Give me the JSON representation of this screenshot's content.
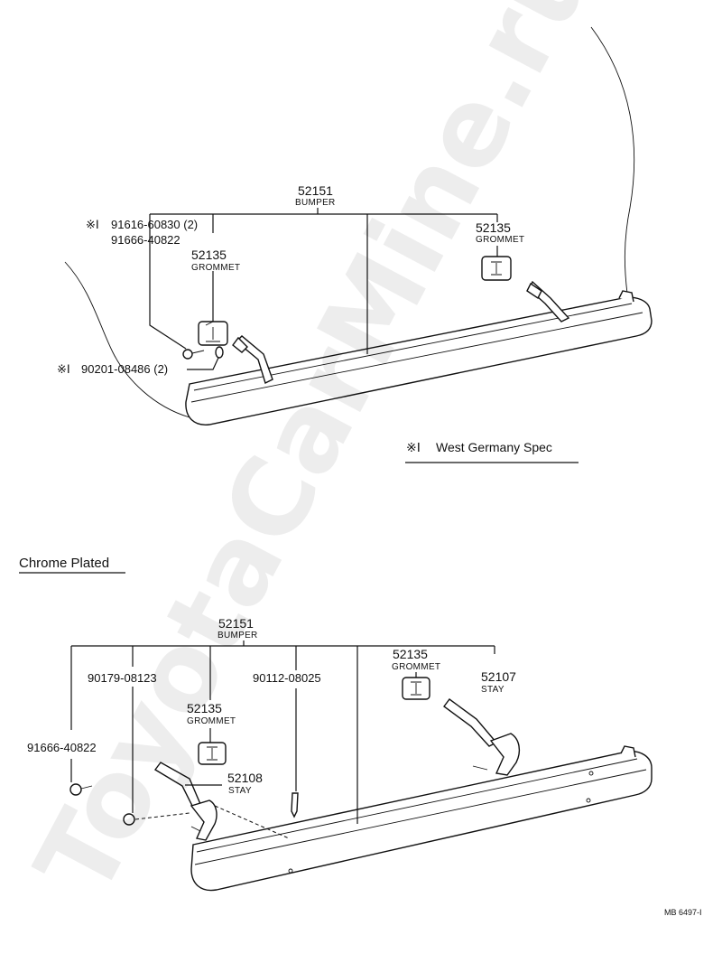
{
  "watermark": "ToyotaCarMine.ru",
  "top_diagram": {
    "bumper": {
      "number": "52151",
      "name": "BUMPER"
    },
    "grommet_left": {
      "number": "52135",
      "name": "GROMMET"
    },
    "grommet_right": {
      "number": "52135",
      "name": "GROMMET"
    },
    "bolt_ref": {
      "mark": "※Ⅰ",
      "text": "91616-60830 (2)"
    },
    "nut_ref": "91666-40822",
    "washer_ref": {
      "mark": "※Ⅰ",
      "text": "90201-08486 (2)"
    },
    "note": {
      "mark": "※Ⅰ",
      "text": "West Germany Spec"
    }
  },
  "bottom_diagram": {
    "section_title": "Chrome Plated",
    "bumper": {
      "number": "52151",
      "name": "BUMPER"
    },
    "grommet_left": {
      "number": "52135",
      "name": "GROMMET"
    },
    "grommet_right": {
      "number": "52135",
      "name": "GROMMET"
    },
    "stay_right": {
      "number": "52107",
      "name": "STAY"
    },
    "stay_left": {
      "number": "52108",
      "name": "STAY"
    },
    "nut_ref": "91666-40822",
    "clip_ref": "90179-08123",
    "screw_ref": "90112-08025"
  },
  "drawing_code": "MB 6497-I"
}
